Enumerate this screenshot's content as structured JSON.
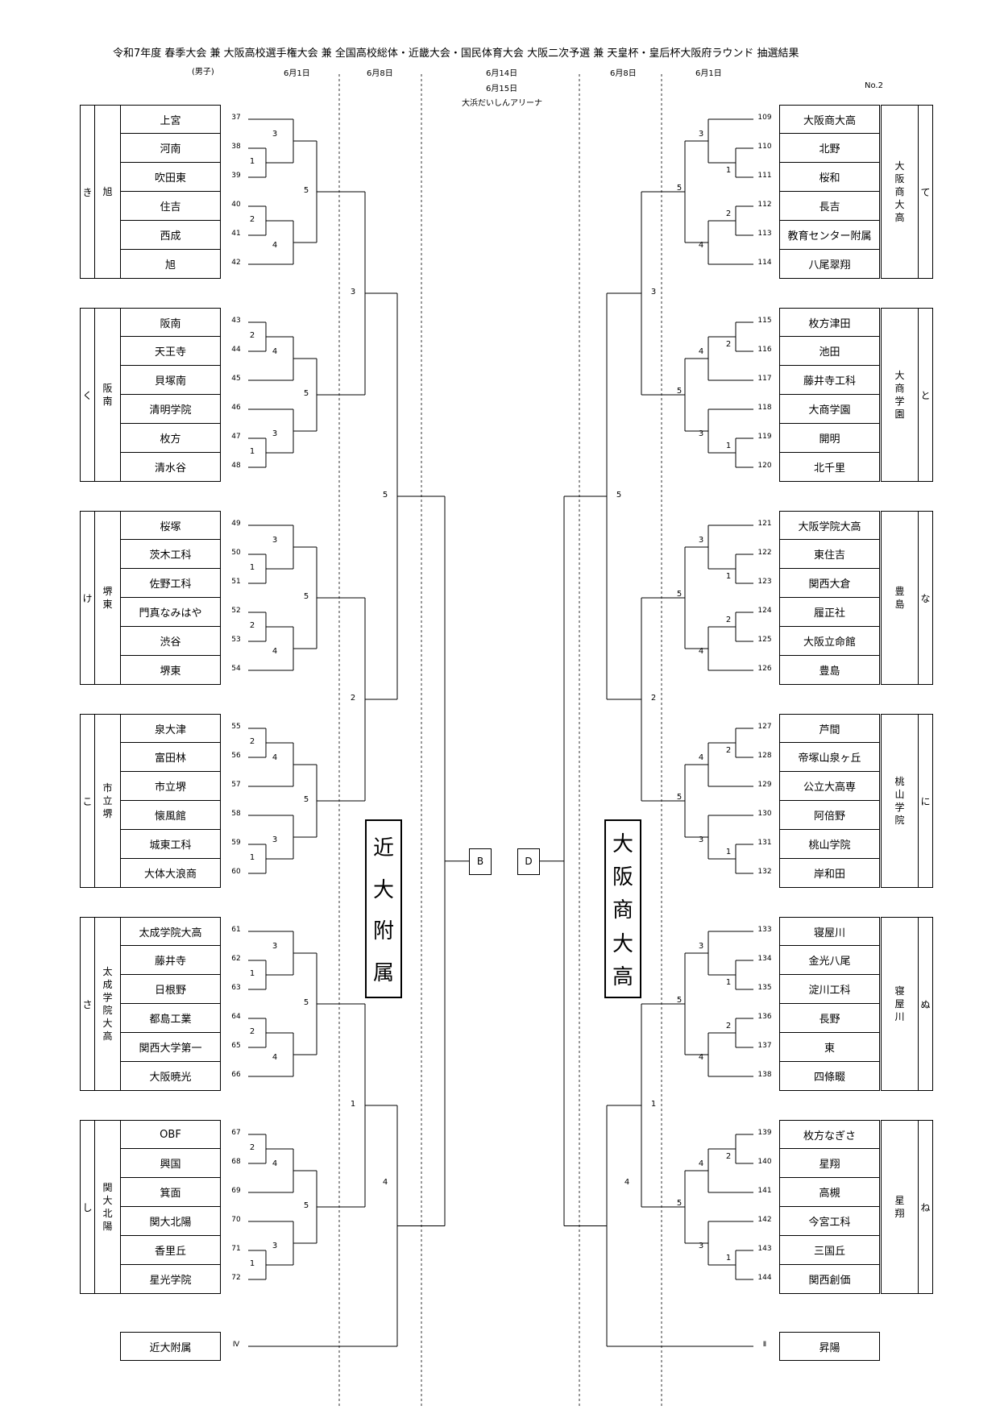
{
  "header": {
    "title": "令和7年度 春季大会 兼 大阪高校選手権大会 兼 全国高校総体・近畿大会・国民体育大会 大阪二次予選 兼 天皇杯・皇后杯大阪府ラウンド 抽選結果",
    "gender": "(男子)",
    "page_no": "No.2",
    "dates": [
      "6月1日",
      "6月8日",
      "6月14日",
      "6月15日",
      "6月8日",
      "6月1日"
    ],
    "venue": "大浜だいしんアリーナ"
  },
  "left_groups": [
    {
      "block": "き",
      "seed": "旭",
      "teams": [
        "上宮",
        "河南",
        "吹田東",
        "住吉",
        "西成",
        "旭"
      ],
      "nums": [
        "37",
        "38",
        "39",
        "40",
        "41",
        "42"
      ],
      "rounds": [
        "3",
        "1",
        "5",
        "2",
        "4"
      ]
    },
    {
      "block": "く",
      "seed": "阪南",
      "teams": [
        "阪南",
        "天王寺",
        "貝塚南",
        "清明学院",
        "枚方",
        "清水谷"
      ],
      "nums": [
        "43",
        "44",
        "45",
        "46",
        "47",
        "48"
      ],
      "rounds": [
        "4",
        "2",
        "5",
        "1",
        "3"
      ]
    },
    {
      "block": "け",
      "seed": "堺東",
      "teams": [
        "桜塚",
        "茨木工科",
        "佐野工科",
        "門真なみはや",
        "渋谷",
        "堺東"
      ],
      "nums": [
        "49",
        "50",
        "51",
        "52",
        "53",
        "54"
      ],
      "rounds": [
        "3",
        "1",
        "5",
        "2",
        "4"
      ]
    },
    {
      "block": "こ",
      "seed": "市立堺",
      "teams": [
        "泉大津",
        "富田林",
        "市立堺",
        "懐風館",
        "城東工科",
        "大体大浪商"
      ],
      "nums": [
        "55",
        "56",
        "57",
        "58",
        "59",
        "60"
      ],
      "rounds": [
        "4",
        "2",
        "5",
        "1",
        "3"
      ]
    },
    {
      "block": "さ",
      "seed": "太成学院大高",
      "teams": [
        "太成学院大高",
        "藤井寺",
        "日根野",
        "都島工業",
        "関西大学第一",
        "大阪暁光"
      ],
      "nums": [
        "61",
        "62",
        "63",
        "64",
        "65",
        "66"
      ],
      "rounds": [
        "3",
        "1",
        "5",
        "2",
        "4"
      ]
    },
    {
      "block": "し",
      "seed": "関大北陽",
      "teams": [
        "OBF",
        "興国",
        "箕面",
        "関大北陽",
        "香里丘",
        "星光学院"
      ],
      "nums": [
        "67",
        "68",
        "69",
        "70",
        "71",
        "72"
      ],
      "rounds": [
        "4",
        "2",
        "5",
        "1",
        "3"
      ]
    }
  ],
  "right_groups": [
    {
      "block": "て",
      "seed": "大阪商大高",
      "teams": [
        "大阪商大高",
        "北野",
        "桜和",
        "長吉",
        "教育センター附属",
        "八尾翠翔"
      ],
      "nums": [
        "109",
        "110",
        "111",
        "112",
        "113",
        "114"
      ],
      "rounds": [
        "3",
        "1",
        "5",
        "2",
        "4"
      ]
    },
    {
      "block": "と",
      "seed": "大商学園",
      "teams": [
        "枚方津田",
        "池田",
        "藤井寺工科",
        "大商学園",
        "開明",
        "北千里"
      ],
      "nums": [
        "115",
        "116",
        "117",
        "118",
        "119",
        "120"
      ],
      "rounds": [
        "4",
        "2",
        "5",
        "1",
        "3"
      ]
    },
    {
      "block": "な",
      "seed": "豊島",
      "teams": [
        "大阪学院大高",
        "東住吉",
        "関西大倉",
        "履正社",
        "大阪立命館",
        "豊島"
      ],
      "nums": [
        "121",
        "122",
        "123",
        "124",
        "125",
        "126"
      ],
      "rounds": [
        "3",
        "1",
        "5",
        "2",
        "4"
      ]
    },
    {
      "block": "に",
      "seed": "桃山学院",
      "teams": [
        "芦間",
        "帝塚山泉ヶ丘",
        "公立大高専",
        "阿倍野",
        "桃山学院",
        "岸和田"
      ],
      "nums": [
        "127",
        "128",
        "129",
        "130",
        "131",
        "132"
      ],
      "rounds": [
        "4",
        "2",
        "5",
        "1",
        "3"
      ]
    },
    {
      "block": "ぬ",
      "seed": "寝屋川",
      "teams": [
        "寝屋川",
        "金光八尾",
        "淀川工科",
        "長野",
        "東",
        "四條畷"
      ],
      "nums": [
        "133",
        "134",
        "135",
        "136",
        "137",
        "138"
      ],
      "rounds": [
        "3",
        "1",
        "5",
        "2",
        "4"
      ]
    },
    {
      "block": "ね",
      "seed": "星翔",
      "teams": [
        "枚方なぎさ",
        "星翔",
        "高槻",
        "今宮工科",
        "三国丘",
        "関西創価"
      ],
      "nums": [
        "139",
        "140",
        "141",
        "142",
        "143",
        "144"
      ],
      "rounds": [
        "4",
        "2",
        "5",
        "1",
        "3"
      ]
    }
  ],
  "left_later_rounds": [
    "3",
    "5",
    "2",
    "1",
    "4"
  ],
  "right_later_rounds": [
    "3",
    "5",
    "2",
    "1",
    "4"
  ],
  "left_bye": {
    "team": "近大附属",
    "code": "Ⅳ"
  },
  "right_bye": {
    "team": "昇陽",
    "code": "Ⅱ"
  },
  "left_final": "B",
  "right_final": "D",
  "left_big": [
    "近",
    "大",
    "附",
    "属"
  ],
  "right_big": [
    "大",
    "阪",
    "商",
    "大",
    "高"
  ]
}
